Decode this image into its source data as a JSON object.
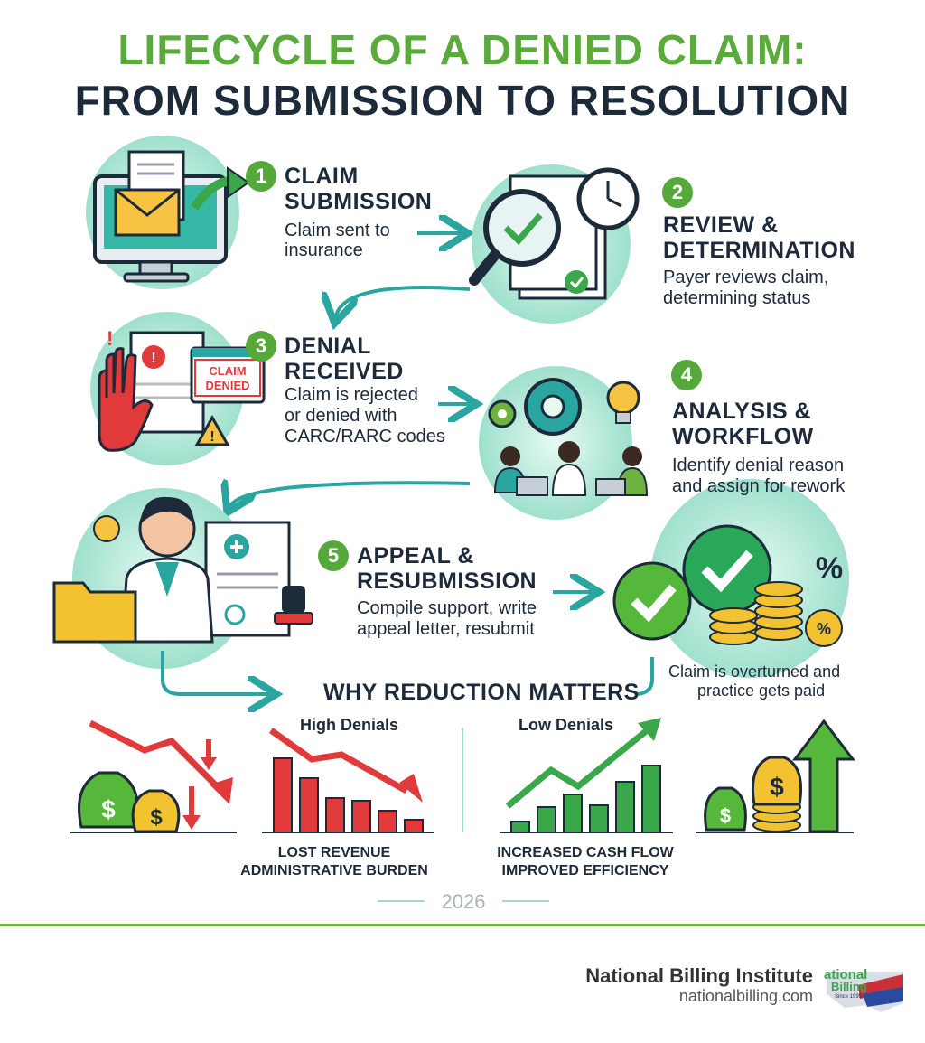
{
  "title": {
    "line1": "LIFECYCLE OF A DENIED CLAIM:",
    "line2": "FROM SUBMISSION TO RESOLUTION"
  },
  "steps": [
    {
      "number": "1",
      "title_a": "CLAIM",
      "title_b": "SUBMISSION",
      "desc_a": "Claim sent to",
      "desc_b": "insurance"
    },
    {
      "number": "2",
      "title_a": "REVIEW &",
      "title_b": "DETERMINATION",
      "desc_a": "Payer reviews claim,",
      "desc_b": "determining status"
    },
    {
      "number": "3",
      "title_a": "DENIAL",
      "title_b": "RECEIVED",
      "desc_a": "Claim is rejected",
      "desc_b": "or denied with",
      "desc_c": "CARC/RARC codes"
    },
    {
      "number": "4",
      "title_a": "ANALYSIS &",
      "title_b": "WORKFLOW",
      "desc_a": "Identify denial reason",
      "desc_b": "and assign for rework"
    },
    {
      "number": "5",
      "title_a": "APPEAL &",
      "title_b": "RESUBMISSION",
      "desc_a": "Compile support, write",
      "desc_b": "appeal letter, resubmit"
    }
  ],
  "outcome": {
    "line1": "Claim is overturned and",
    "line2": "practice gets paid"
  },
  "denied_stamp": {
    "line1": "CLAIM",
    "line2": "DENIED"
  },
  "why": {
    "title": "WHY REDUCTION MATTERS",
    "high": {
      "label": "High Denials",
      "cap1": "LOST REVENUE",
      "cap2": "ADMINISTRATIVE BURDEN"
    },
    "low": {
      "label": "Low Denials",
      "cap1": "INCREASED CASH FLOW",
      "cap2": "IMPROVED EFFICIENCY"
    }
  },
  "year": "2026",
  "footer": {
    "org": "National Billing Institute",
    "url": "nationalbilling.com",
    "logo_text_a": "ational",
    "logo_text_b": "Billing",
    "logo_since": "Since 1995"
  },
  "colors": {
    "green": "#55a83a",
    "navy": "#1d2a3a",
    "teal": "#2aa5a0",
    "red": "#e03a3a",
    "gold": "#f2c230"
  }
}
